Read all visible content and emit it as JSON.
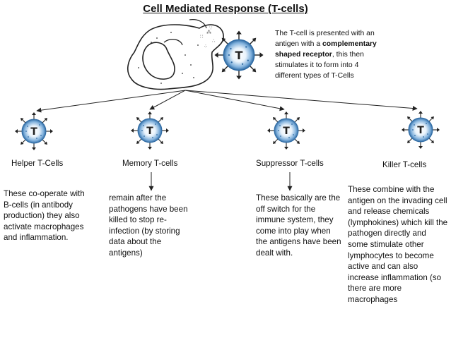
{
  "title": "Cell Mediated Response (T-cells)",
  "intro": {
    "before": "The T-cell is presented with an antigen with a ",
    "bold": "complementary shaped receptor",
    "after": ", this then stimulates it to form into 4 different types of T-Cells"
  },
  "cell_letter": "T",
  "colors": {
    "tcell_fill": "#4f8fc7",
    "tcell_dark": "#2e6aa3",
    "line": "#222222"
  },
  "types": [
    {
      "label": "Helper T-Cells",
      "desc": "These co-operate with B-cells (in antibody production) they also activate macrophages and inflammation."
    },
    {
      "label": "Memory T-cells",
      "desc": "remain after the pathogens have been killed to stop re-infection (by storing data about the antigens)"
    },
    {
      "label": "Suppressor T-cells",
      "desc": "These basically are the off switch for the immune system, they come into play when the antigens have been dealt with."
    },
    {
      "label": "Killer T-cells",
      "desc": "These combine with the antigen on the invading cell and release chemicals (lymphokines) which kill the pathogen directly and some stimulate other lymphocytes to become active and can also increase inflammation (so there are more macrophages"
    }
  ]
}
